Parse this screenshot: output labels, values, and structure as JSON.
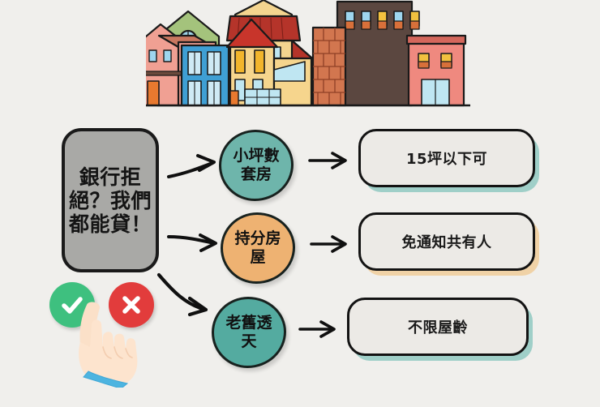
{
  "page": {
    "title": "銀行拒絕？我們都能貸！",
    "background_color": "#f0efec"
  },
  "illustration": {
    "name": "row-of-houses",
    "description": "彩色街屋插圖",
    "houses": [
      {
        "label": "green-gable-house",
        "color": "#a4c37c",
        "roof_color": "#a4c37c",
        "trim": "#1a1a1a"
      },
      {
        "label": "cream-red-roof-house",
        "color": "#f4d58f",
        "roof_color": "#b5342a"
      },
      {
        "label": "brick-tower",
        "color": "#d2764f",
        "roof_color": "#c0603f"
      },
      {
        "label": "pink-house",
        "color": "#f0a093",
        "roof_color": "#c9775f"
      },
      {
        "label": "blue-house",
        "color": "#3f9fd4",
        "roof_color": "#c0603f"
      },
      {
        "label": "yellow-peak-house",
        "color": "#f6d58d",
        "roof_color": "#c8352b"
      },
      {
        "label": "brown-apartment",
        "color": "#5b4740",
        "roof_color": "#5b4740"
      },
      {
        "label": "salmon-house",
        "color": "#ef897f",
        "roof_color": "#d4675c"
      }
    ]
  },
  "main_box": {
    "label": "銀行拒絕？我們都能貸！",
    "background_color": "#a9a9a6",
    "border_color": "#1a1a1a"
  },
  "rows": [
    {
      "circle_label": "小坪數套房",
      "circle_color": "#6eb5ab",
      "result_label": "15坪以下可",
      "shadow_color": "#9fcfc8"
    },
    {
      "circle_label": "持分房屋",
      "circle_color": "#eeb272",
      "result_label": "免通知共有人",
      "shadow_color": "#f0d2a6"
    },
    {
      "circle_label": "老舊透天",
      "circle_color": "#54aba0",
      "result_label": "不限屋齡",
      "shadow_color": "#9fcfc8"
    }
  ],
  "badges": [
    {
      "name": "check-badge",
      "icon": "check-icon",
      "color": "#3ec07f",
      "glyph": "✔"
    },
    {
      "name": "cross-badge",
      "icon": "close-icon",
      "color": "#e23c3c",
      "glyph": "✖"
    }
  ],
  "cursor": {
    "name": "pointing-hand-cursor",
    "skin_color": "#fbe0c8",
    "cuff_color": "#4db4e0"
  },
  "arrows": [
    {
      "name": "arrow-to-row-1",
      "style": "straight"
    },
    {
      "name": "arrow-to-row-2",
      "style": "straight"
    },
    {
      "name": "arrow-to-row-3",
      "style": "curved"
    },
    {
      "name": "arrow-row-1-to-result",
      "style": "straight"
    },
    {
      "name": "arrow-row-2-to-result",
      "style": "straight"
    },
    {
      "name": "arrow-row-3-to-result",
      "style": "straight"
    }
  ]
}
